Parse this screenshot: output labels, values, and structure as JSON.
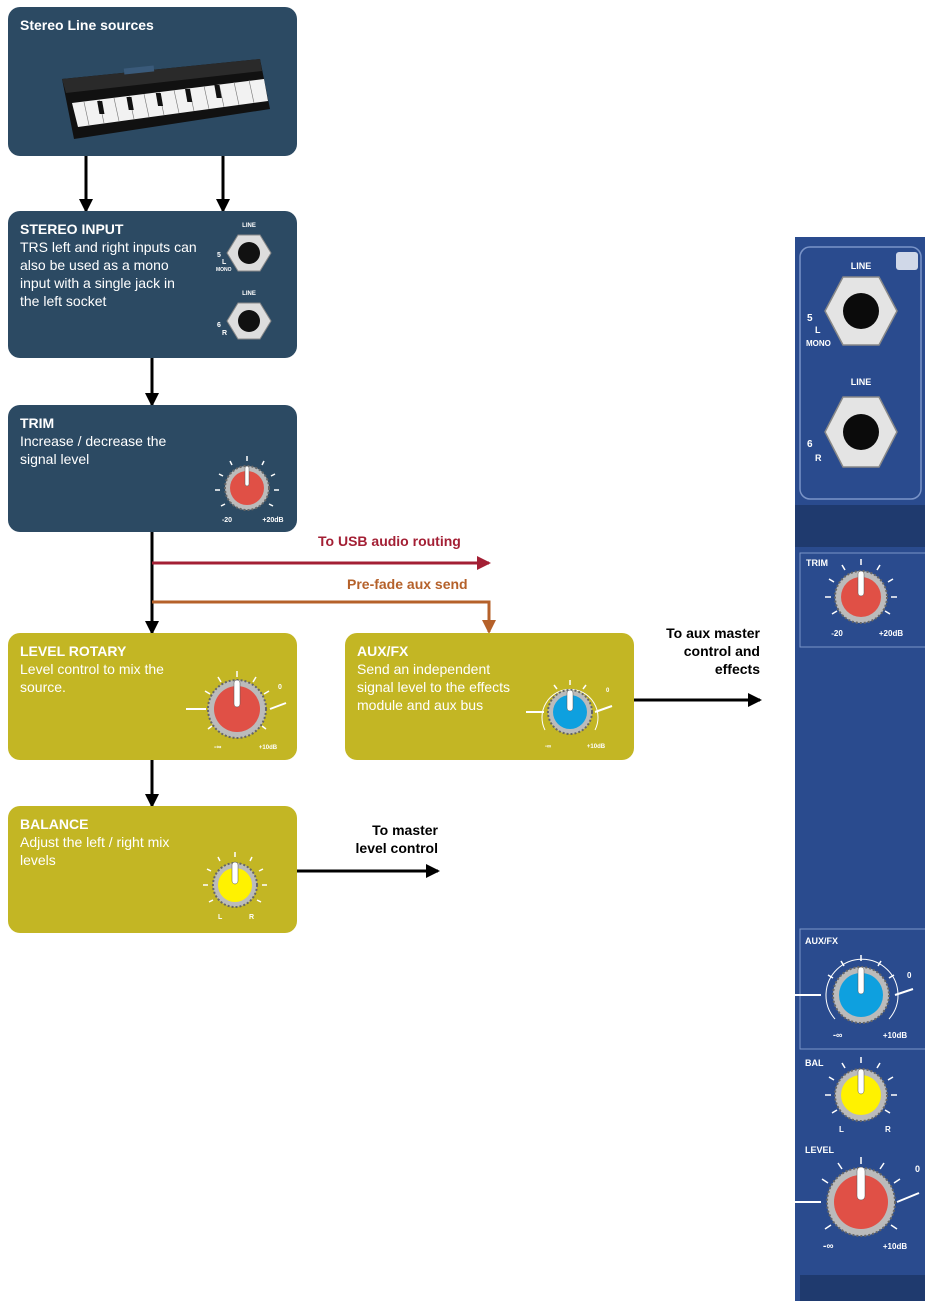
{
  "boxes": {
    "sources": {
      "title": "Stereo Line sources"
    },
    "stereo_input": {
      "title": "STEREO INPUT",
      "desc": "TRS left and right inputs can also be used as a mono input with a single jack in the left socket"
    },
    "trim": {
      "title": "TRIM",
      "desc": "Increase / decrease the signal level"
    },
    "level_rotary": {
      "title": "LEVEL ROTARY",
      "desc": "Level control to mix the source."
    },
    "aux_fx": {
      "title": "AUX/FX",
      "desc": "Send an independent signal level to the effects module and aux bus"
    },
    "balance": {
      "title": "BALANCE",
      "desc": "Adjust the left / right mix levels"
    }
  },
  "arrows": {
    "usb": "To USB audio routing",
    "prefade": "Pre-fade aux send",
    "aux_master_1": "To aux master",
    "aux_master_2": "control and",
    "aux_master_3": "effects",
    "master_1": "To master",
    "master_2": "level control"
  },
  "jack_labels": {
    "line": "LINE",
    "ch5": "5",
    "left": "L",
    "mono": "MONO",
    "ch6": "6",
    "right": "R"
  },
  "knob_labels": {
    "trim_min": "-20",
    "trim_max": "+20dB",
    "inf": "-∞",
    "plus10": "+10dB",
    "zero": "0",
    "bal_l": "L",
    "bal_r": "R"
  },
  "strip": {
    "trim": "TRIM",
    "aux_fx": "AUX/FX",
    "bal": "BAL",
    "level": "LEVEL"
  },
  "colors": {
    "dark_box": "#2c4a63",
    "olive_box": "#c3b624",
    "usb_arrow": "#a31f34",
    "prefade_arrow": "#b5612a",
    "knob_red": "#e05046",
    "knob_blue": "#0ea0df",
    "knob_yellow": "#fff200",
    "strip_blue": "#2a4b8e"
  }
}
